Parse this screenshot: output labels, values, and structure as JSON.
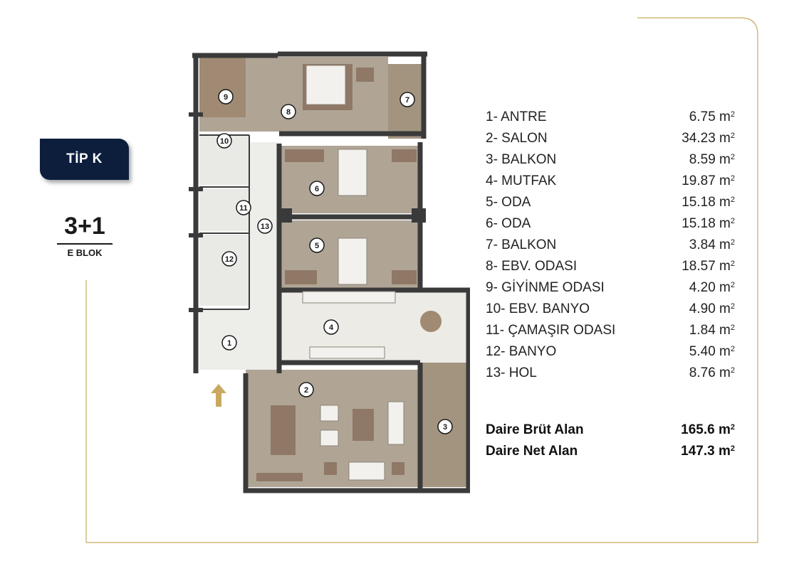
{
  "badge": {
    "label": "TİP K"
  },
  "typology": {
    "rooms": "3+1",
    "block": "E BLOK"
  },
  "unit": "m",
  "unit_sup": "2",
  "rooms": [
    {
      "name": "1- ANTRE",
      "area": "6.75"
    },
    {
      "name": "2- SALON",
      "area": "34.23"
    },
    {
      "name": "3- BALKON",
      "area": "8.59"
    },
    {
      "name": "4- MUTFAK",
      "area": "19.87"
    },
    {
      "name": "5- ODA",
      "area": "15.18"
    },
    {
      "name": "6- ODA",
      "area": "15.18"
    },
    {
      "name": "7- BALKON",
      "area": "3.84"
    },
    {
      "name": "8- EBV. ODASI",
      "area": "18.57"
    },
    {
      "name": "9- GİYİNME ODASI",
      "area": "4.20"
    },
    {
      "name": "10- EBV. BANYO",
      "area": "4.90"
    },
    {
      "name": "11- ÇAMAŞIR ODASI",
      "area": "1.84"
    },
    {
      "name": "12- BANYO",
      "area": "5.40"
    },
    {
      "name": "13- HOL",
      "area": "8.76"
    }
  ],
  "summary": [
    {
      "name": "Daire Brüt Alan",
      "area": "165.6"
    },
    {
      "name": "Daire Net Alan",
      "area": "147.3"
    }
  ],
  "plan_markers": [
    "1",
    "2",
    "3",
    "4",
    "5",
    "6",
    "7",
    "8",
    "9",
    "10",
    "11",
    "12",
    "13"
  ],
  "colors": {
    "accent_gold": "#c9a961",
    "badge_navy": "#0d1e3d",
    "wall": "#3a3a3a",
    "floor_wood": "#b0a595",
    "floor_tile": "#e9e9e5",
    "balcony": "#a39480"
  }
}
